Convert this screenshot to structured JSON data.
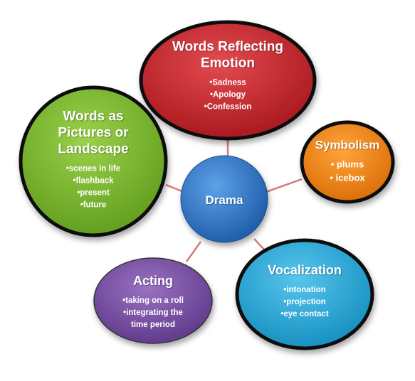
{
  "center": {
    "label": "Drama"
  },
  "nodes": {
    "emotion": {
      "title_line1": "Words Reflecting",
      "title_line2": "Emotion",
      "items": [
        "•Sadness",
        "•Apology",
        "•Confession"
      ]
    },
    "landscape": {
      "title_line1": "Words as",
      "title_line2": "Pictures or",
      "title_line3": "Landscape",
      "items": [
        "•scenes in life",
        "•flashback",
        "•present",
        "•future"
      ]
    },
    "symbolism": {
      "title_line1": "Symbolism",
      "items": [
        "• plums",
        "• icebox"
      ]
    },
    "vocalization": {
      "title_line1": "Vocalization",
      "items": [
        "•intonation",
        "•projection",
        "•eye contact"
      ]
    },
    "acting": {
      "title_line1": "Acting",
      "items": [
        "•taking on a roll",
        "•integrating the",
        "time period"
      ]
    }
  },
  "colors": {
    "center": "#2f74c4",
    "emotion": "#c7252b",
    "landscape": "#7cbd2e",
    "symbolism": "#f2820e",
    "vocalization": "#1fa7d9",
    "acting": "#7a4ea3",
    "connector": "#d27a78"
  }
}
